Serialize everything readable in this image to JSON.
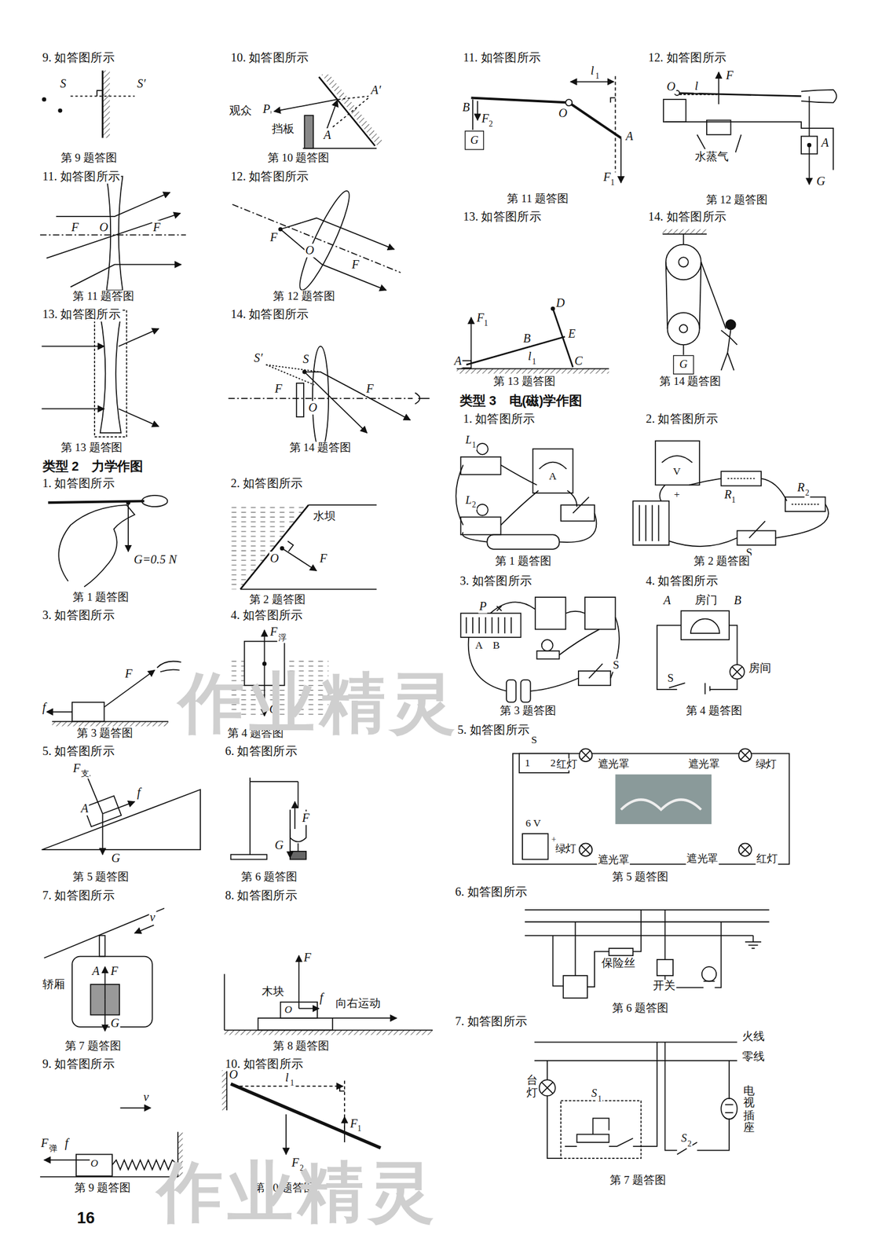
{
  "diagram": {
    "nodes": [
      {
        "text": [
          "G"
        ]
      },
      {
        "text": [
          "G"
        ]
      }
    ],
    "labels": [
      "9. 如答图所示",
      "S",
      "S′",
      "第 9 题答图",
      "10. 如答图所示",
      "观众",
      "P",
      "A′",
      "挡板",
      "A",
      "第 10 题答图",
      "11. 如答图所示",
      "F",
      "O",
      "F",
      "第 11 题答图",
      "12. 如答图所示",
      "F",
      "O",
      "F",
      "第 12 题答图",
      "13. 如答图所示",
      "第 13 题答图",
      "14. 如答图所示",
      "S′",
      "S",
      "F",
      "F",
      "O",
      "第 14 题答图",
      "类型 2　力学作图",
      "1. 如答图所示",
      "G=0.5 N",
      "第 1 题答图",
      "2. 如答图所示",
      "水坝",
      "O",
      "F",
      "第 2 题答图",
      "3. 如答图所示",
      "F",
      "f",
      "第 3 题答图",
      "4. 如答图所示",
      "F",
      "浮",
      "G",
      "第 4 题答图",
      "5. 如答图所示",
      "F",
      "支",
      "f",
      "A",
      "G",
      "第 5 题答图",
      "6. 如答图所示",
      "F",
      "G",
      "第 6 题答图",
      "7. 如答图所示",
      "v",
      "轿厢",
      "A",
      "F",
      "G",
      "第 7 题答图",
      "8. 如答图所示",
      "F",
      "木块",
      "f",
      "O",
      "向右运动",
      "第 8 题答图",
      "9. 如答图所示",
      "v",
      "F",
      "弹",
      "f",
      "O",
      "第 9 题答图",
      "10. 如答图所示",
      "O",
      "l",
      "1",
      "F",
      "1",
      "F",
      "2",
      "第 10 题答图",
      "16",
      "作业精灵",
      "作业精灵",
      "11. 如答图所示",
      "l",
      "1",
      "B",
      "O",
      "F",
      "2",
      "A",
      "F",
      "1",
      "第 11 题答图",
      "12. 如答图所示",
      "F",
      "O",
      "l",
      "A",
      "水蒸气",
      "G",
      "第 12 题答图",
      "13. 如答图所示",
      "14. 如答图所示",
      "D",
      "F",
      "1",
      "B",
      "E",
      "l",
      "1",
      "A",
      "C",
      "第 13 题答图",
      "第 14 题答图",
      "类型 3　电(磁)学作图",
      "1. 如答图所示",
      "L",
      "1",
      "L",
      "2",
      "A",
      "第 1 题答图",
      "2. 如答图所示",
      "V",
      "R",
      "2",
      "R",
      "1",
      "S",
      "+",
      "第 2 题答图",
      "3. 如答图所示",
      "P",
      "A",
      "B",
      "S",
      "第 3 题答图",
      "4. 如答图所示",
      "A",
      "房门",
      "B",
      "房间",
      "S",
      "第 4 题答图",
      "5. 如答图所示",
      "S",
      "红灯",
      "遮光罩",
      "遮光罩",
      "绿灯",
      "1",
      "2",
      "6 V",
      "+",
      "绿灯",
      "遮光罩",
      "遮光罩",
      "红灯",
      "第 5 题答图",
      "6. 如答图所示",
      "保险丝",
      "开关",
      "第 6 题答图",
      "7. 如答图所示",
      "火线",
      "零线",
      "台灯",
      "S",
      "1",
      "电视插座",
      "S",
      "2",
      "第 7 题答图"
    ]
  }
}
